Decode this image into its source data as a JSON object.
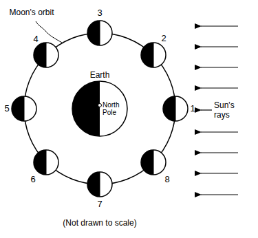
{
  "diagram": {
    "caption": "(Not drawn to scale)",
    "nodes": [
      {
        "text": [
          "Earth",
          "North Pole"
        ]
      }
    ],
    "labels": [
      "Moon's orbit",
      "3",
      "2",
      "1",
      "8",
      "7",
      "6",
      "5",
      "4",
      "Sun's rays"
    ]
  }
}
